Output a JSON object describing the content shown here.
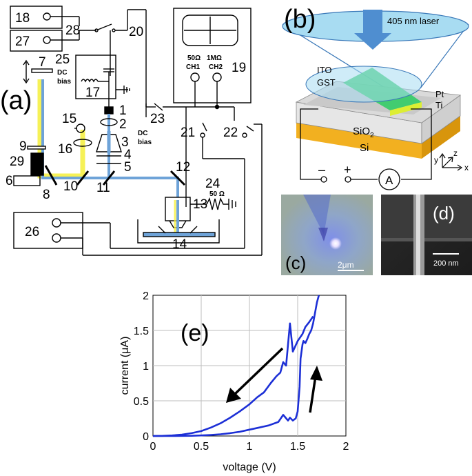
{
  "panel_a": {
    "panel_label": "(a)",
    "components": {
      "n1": "1",
      "n2": "2",
      "n3": "3",
      "n4": "4",
      "n5": "5",
      "n6": "6",
      "n7": "7",
      "n8": "8",
      "n9": "9",
      "n10": "10",
      "n11": "11",
      "n12": "12",
      "n13": "13",
      "n14": "14",
      "n15": "15",
      "n16": "16",
      "n17": "17",
      "n18": "18",
      "n19": "19",
      "n20": "20",
      "n21": "21",
      "n22": "22",
      "n23": "23",
      "n24": "24",
      "n25": "25",
      "n26": "26",
      "n27": "27",
      "n28": "28",
      "n29": "29"
    },
    "dc_bias_1": [
      "DC",
      "bias"
    ],
    "dc_bias_2": [
      "DC",
      "bias"
    ],
    "scope_ch1": [
      "50Ω",
      "CH1"
    ],
    "scope_ch2": [
      "1MΩ",
      "CH2"
    ],
    "terminator": "50 Ω"
  },
  "panel_b": {
    "panel_label": "(b)",
    "laser_label": "405 nm laser",
    "layers": {
      "ito": "ITO",
      "gst": "GST",
      "pt": "Pt",
      "ti": "Ti",
      "sio2_main": "SiO",
      "sio2_sub": "2",
      "si": "Si"
    },
    "minus": "–",
    "plus": "+",
    "ammeter": "A",
    "axes": {
      "x": "x",
      "y": "y",
      "z": "z"
    },
    "colors": {
      "gst": "#33cc66",
      "pt": "#ddee33",
      "sio2": "#e6e6e6",
      "si": "#f2b020",
      "laser": "#a8dcf2"
    }
  },
  "panel_c": {
    "panel_label": "(c)",
    "scale_bar": "2μm"
  },
  "panel_d": {
    "panel_label": "(d)",
    "scale_bar": "200 nm"
  },
  "panel_e": {
    "panel_label": "(e)",
    "chart_data": {
      "type": "line",
      "xlabel": "voltage (V)",
      "ylabel": "current (μA)",
      "xlim": [
        0,
        2
      ],
      "ylim": [
        0,
        2
      ],
      "xticks": [
        "0",
        "0.5",
        "1",
        "1.5",
        "2"
      ],
      "yticks": [
        "0",
        "0.5",
        "1",
        "1.5",
        "2"
      ],
      "grid": true,
      "line_color": "#1c2fd6",
      "series": [
        {
          "x": [
            0,
            0.2,
            0.4,
            0.5,
            0.6,
            0.7,
            0.8,
            0.9,
            1.0,
            1.1,
            1.2,
            1.3,
            1.35,
            1.4,
            1.42,
            1.45,
            1.48,
            1.5,
            1.52,
            1.53,
            1.54,
            1.55,
            1.56,
            1.58,
            1.6,
            1.62,
            1.64,
            1.66,
            1.68,
            1.7,
            1.72
          ],
          "y": [
            0,
            0,
            0.003,
            0.008,
            0.015,
            0.025,
            0.04,
            0.06,
            0.09,
            0.12,
            0.15,
            0.2,
            0.3,
            0.22,
            0.26,
            0.22,
            0.25,
            0.35,
            0.7,
            1.1,
            1.2,
            1.3,
            1.35,
            1.32,
            1.38,
            1.45,
            1.5,
            1.6,
            1.75,
            1.9,
            2.0
          ]
        },
        {
          "x": [
            1.66,
            1.62,
            1.58,
            1.55,
            1.5,
            1.45,
            1.42,
            1.4,
            1.38,
            1.35,
            1.32,
            1.28,
            1.22,
            1.15,
            1.08,
            1.0,
            0.9,
            0.8,
            0.7,
            0.6,
            0.5,
            0.4,
            0.3,
            0.2,
            0.1,
            0
          ],
          "y": [
            1.7,
            1.62,
            1.55,
            1.45,
            1.35,
            1.2,
            1.6,
            1.3,
            1.0,
            1.05,
            0.9,
            0.85,
            0.75,
            0.62,
            0.55,
            0.45,
            0.35,
            0.26,
            0.18,
            0.12,
            0.07,
            0.04,
            0.02,
            0.008,
            0.002,
            0
          ]
        }
      ]
    }
  }
}
